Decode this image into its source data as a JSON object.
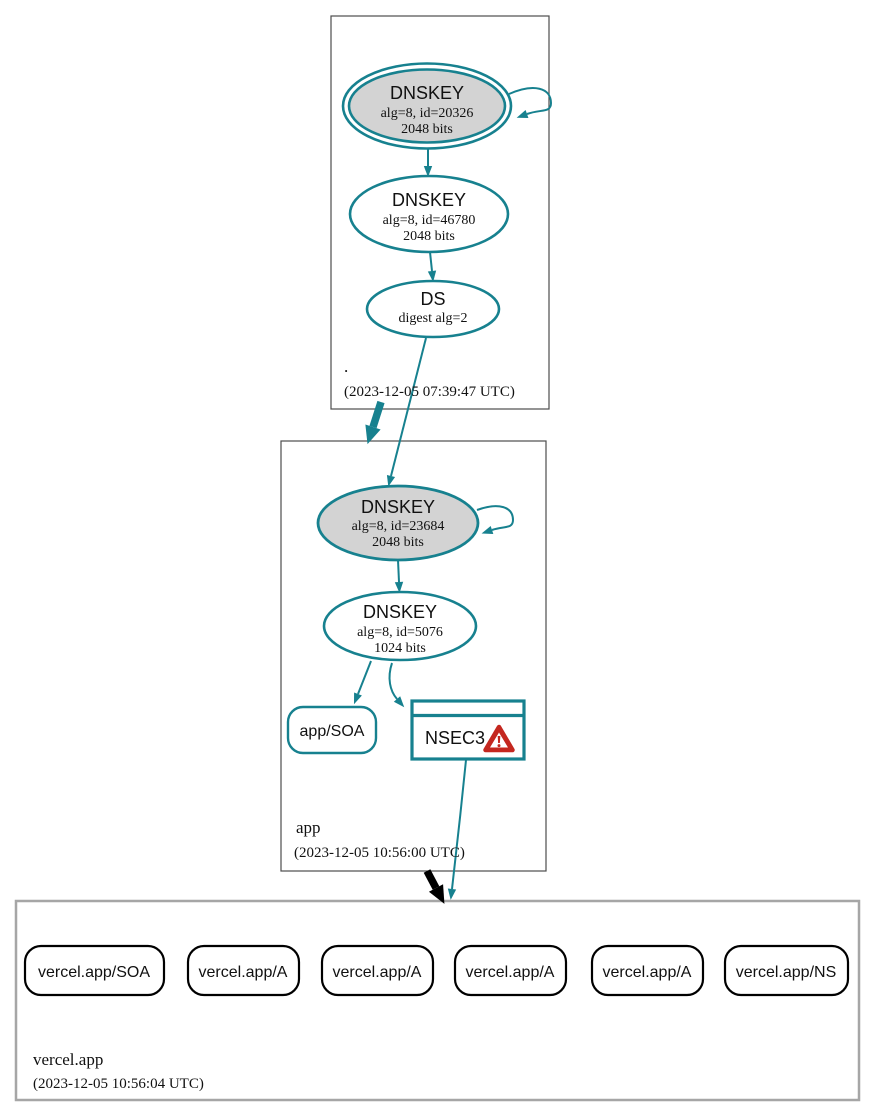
{
  "title": "DNSSEC authentication chain graph",
  "colors": {
    "secure_teal": "#17818F",
    "insecure_black": "#000000",
    "warning_red": "#C4271F",
    "key_fill_gray": "#D3D3D3",
    "zone_border": "#4D4D4D",
    "subzone_border": "#A6A6A6"
  },
  "icons": {
    "nsec3_warning": "warning-triangle"
  },
  "zones": [
    {
      "label": ".",
      "timestamp": "(2023-12-05 07:39:47 UTC)",
      "ksk": {
        "name": "DNSKEY",
        "detail": "alg=8, id=20326",
        "size": "2048 bits"
      },
      "zsk": {
        "name": "DNSKEY",
        "detail": "alg=8, id=46780",
        "size": "2048 bits"
      },
      "ds": {
        "name": "DS",
        "detail": "digest alg=2"
      }
    },
    {
      "label": "app",
      "timestamp": "(2023-12-05 10:56:00 UTC)",
      "ksk": {
        "name": "DNSKEY",
        "detail": "alg=8, id=23684",
        "size": "2048 bits"
      },
      "zsk": {
        "name": "DNSKEY",
        "detail": "alg=8, id=5076",
        "size": "1024 bits"
      },
      "soa_label": "app/SOA",
      "nsec3_label": "NSEC3"
    },
    {
      "label": "vercel.app",
      "timestamp": "(2023-12-05 10:56:04 UTC)",
      "rrsets": [
        "vercel.app/SOA",
        "vercel.app/A",
        "vercel.app/A",
        "vercel.app/A",
        "vercel.app/A",
        "vercel.app/NS"
      ]
    }
  ]
}
